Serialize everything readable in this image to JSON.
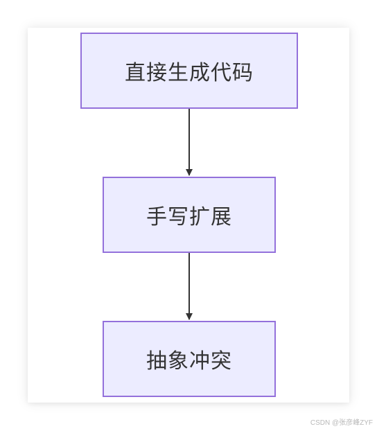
{
  "diagram": {
    "nodes": [
      {
        "id": "n1",
        "label": "直接生成代码"
      },
      {
        "id": "n2",
        "label": "手写扩展"
      },
      {
        "id": "n3",
        "label": "抽象冲突"
      }
    ],
    "edges": [
      {
        "from": "n1",
        "to": "n2"
      },
      {
        "from": "n2",
        "to": "n3"
      }
    ],
    "colors": {
      "node_fill": "#ececff",
      "node_border": "#9370db",
      "edge": "#333333",
      "text": "#333333"
    }
  },
  "watermark": "CSDN @张彦峰ZYF"
}
